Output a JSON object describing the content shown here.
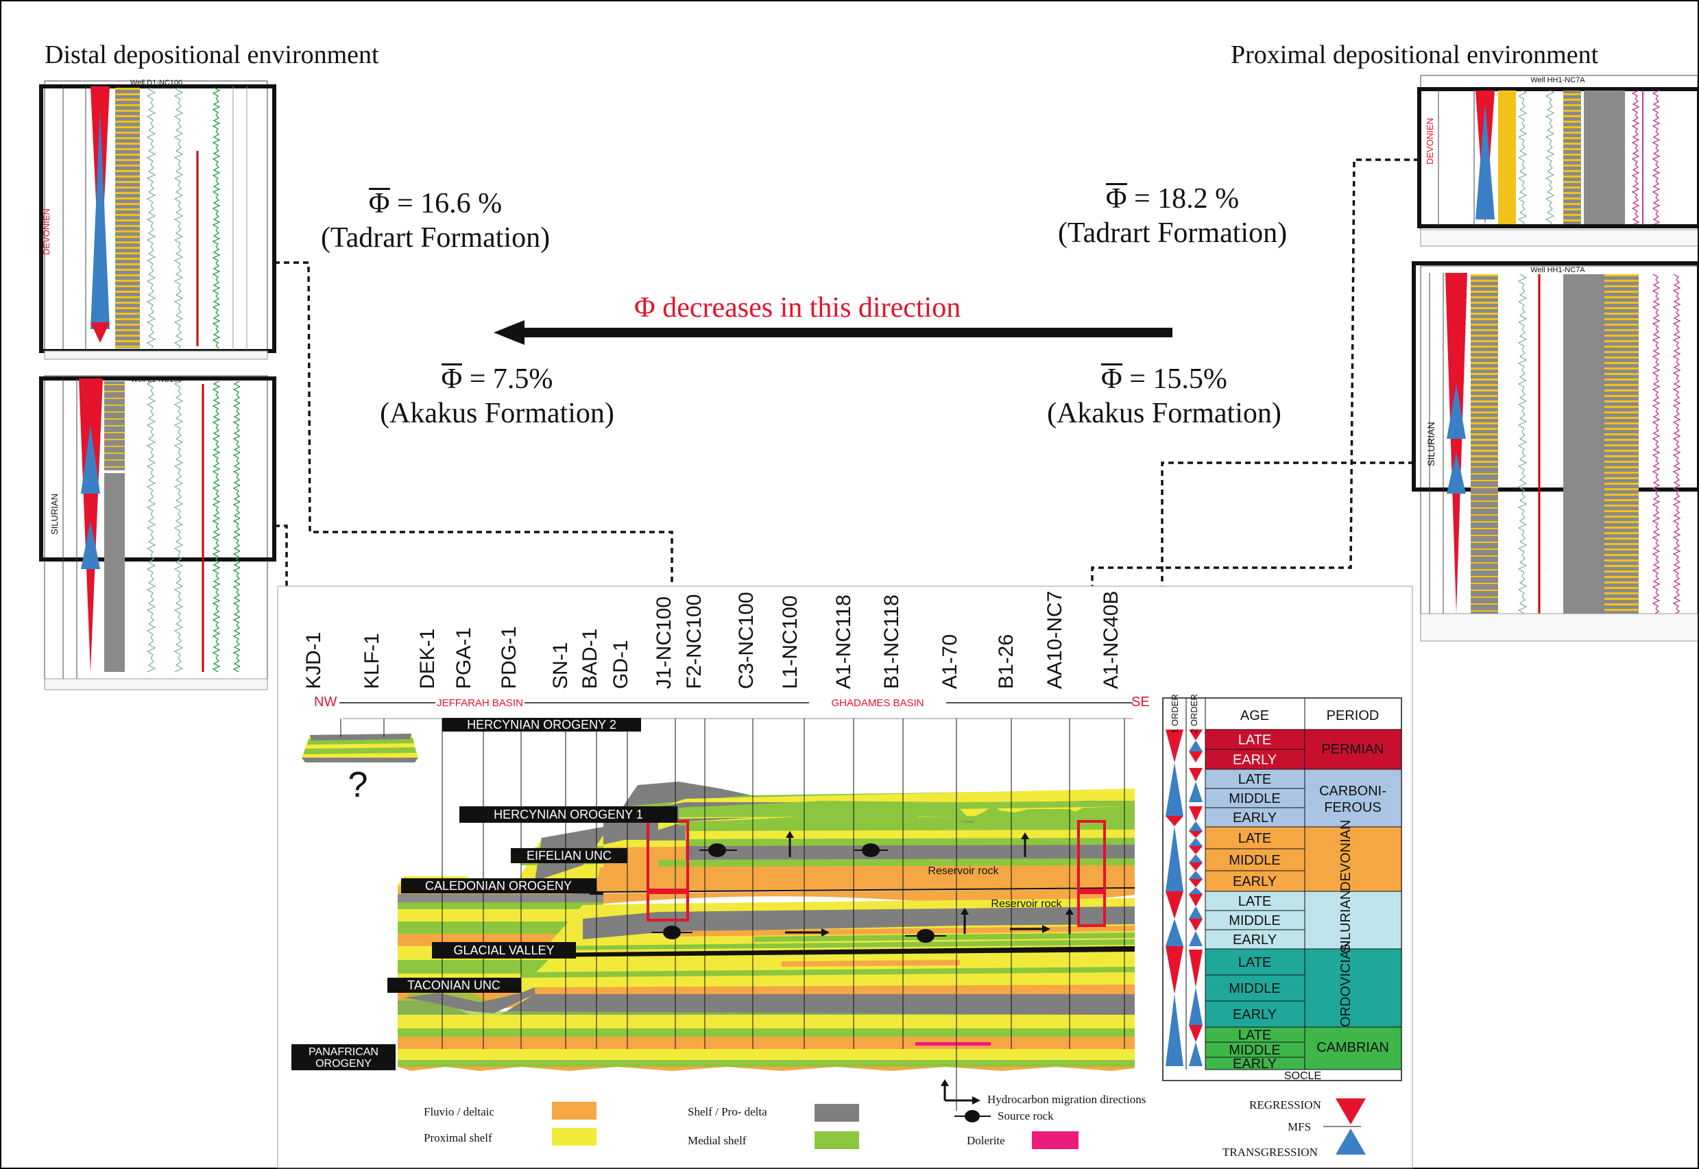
{
  "headings": {
    "distal": "Distal depositional environment",
    "proximal": "Proximal depositional environment"
  },
  "porosity": {
    "symbol": "Φ",
    "tadrart_left_value": "= 16.6 %",
    "tadrart_left_formation": "(Tadrart Formation)",
    "tadrart_right_value": "= 18.2 %",
    "tadrart_right_formation": "(Tadrart Formation)",
    "akakus_left_value": "= 7.5%",
    "akakus_left_formation": "(Akakus Formation)",
    "akakus_right_value": "= 15.5%",
    "akakus_right_formation": "(Akakus Formation)"
  },
  "direction_arrow": {
    "label": "Φ decreases in this direction"
  },
  "wells_left": {
    "top_title": "Well D1-NC100",
    "bottom_title": "Well L1-NC100",
    "top_system": "DEVONIEN",
    "bottom_system": "SILURIAN"
  },
  "wells_right": {
    "top_title": "Well HH1-NC7A",
    "bottom_title": "Well HH1-NC7A",
    "top_system": "DEVONIEN",
    "bottom_system": "SILURIAN"
  },
  "section": {
    "wells": [
      "KJD-1",
      "KLF-1",
      "DEK-1",
      "PGA-1",
      "PDG-1",
      "SN-1",
      "BAD-1",
      "GD-1",
      "J1-NC100",
      "F2-NC100",
      "C3-NC100",
      "L1-NC100",
      "A1-NC118",
      "B1-NC118",
      "A1-70",
      "B1-26",
      "AA10-NC7",
      "A1-NC40B"
    ],
    "nw": "NW",
    "se": "SE",
    "jeffarah": "JEFFARAH BASIN",
    "ghadames": "GHADAMES BASIN",
    "events": {
      "hercynian2": "HERCYNIAN OROGENY 2",
      "hercynian1": "HERCYNIAN OROGENY 1",
      "eifelian": "EIFELIAN UNC",
      "caledonian": "CALEDONIAN OROGENY",
      "glacial": "GLACIAL VALLEY",
      "taconian": "TACONIAN UNC",
      "panafrican_1": "PANAFRICAN",
      "panafrican_2": "OROGENY"
    },
    "reservoir_1": "Reservoir rock",
    "reservoir_2": "Reservoir rock",
    "question": "?"
  },
  "stratigraphy": {
    "col_1order": "1 ORDER",
    "col_2order": "2 ORDER",
    "col_age": "AGE",
    "col_period": "PERIOD",
    "rows": [
      {
        "age": "LATE",
        "color": "#c8102e"
      },
      {
        "age": "EARLY",
        "color": "#c8102e"
      },
      {
        "age": "LATE",
        "color": "#a9c5e3"
      },
      {
        "age": "MIDDLE",
        "color": "#a9c5e3"
      },
      {
        "age": "EARLY",
        "color": "#a9c5e3"
      },
      {
        "age": "LATE",
        "color": "#f5a744"
      },
      {
        "age": "MIDDLE",
        "color": "#f5a744"
      },
      {
        "age": "EARLY",
        "color": "#f5a744"
      },
      {
        "age": "LATE",
        "color": "#bfe3ea"
      },
      {
        "age": "MIDDLE",
        "color": "#bfe3ea"
      },
      {
        "age": "EARLY",
        "color": "#bfe3ea"
      },
      {
        "age": "LATE",
        "color": "#1fa89a"
      },
      {
        "age": "MIDDLE",
        "color": "#1fa89a"
      },
      {
        "age": "EARLY",
        "color": "#1fa89a"
      },
      {
        "age": "LATE",
        "color": "#3eb64a"
      },
      {
        "age": "MIDDLE",
        "color": "#3eb64a"
      },
      {
        "age": "EARLY",
        "color": "#3eb64a"
      }
    ],
    "periods": {
      "permian": "PERMIAN",
      "carboni_1": "CARBONI-",
      "carboni_2": "FEROUS",
      "devonian": "DEVONIAN",
      "silurian": "SILURIAN",
      "ordovician": "ORDOVICIAN",
      "cambrian": "CAMBRIAN"
    },
    "socle": "SOCLE"
  },
  "legend": {
    "fluvio": "Fluvio / deltaic",
    "proximal_shelf": "Proximal shelf",
    "shelf_prodelta": "Shelf / Pro- delta",
    "medial_shelf": "Medial shelf",
    "migration": "Hydrocarbon migration directions",
    "source_rock": "Source rock",
    "dolerite": "Dolerite",
    "regression": "REGRESSION",
    "mfs": "MFS",
    "transgression": "TRANSGRESSION"
  },
  "colors": {
    "fluvio": "#f5a744",
    "proximal_shelf": "#f2ea3a",
    "shelf_prodelta": "#7f7f7f",
    "medial_shelf": "#8cc63f",
    "dolerite": "#ec1c7c",
    "regression": "#e5132b",
    "transgression": "#3b7fc4",
    "highlight": "#e5132b"
  }
}
